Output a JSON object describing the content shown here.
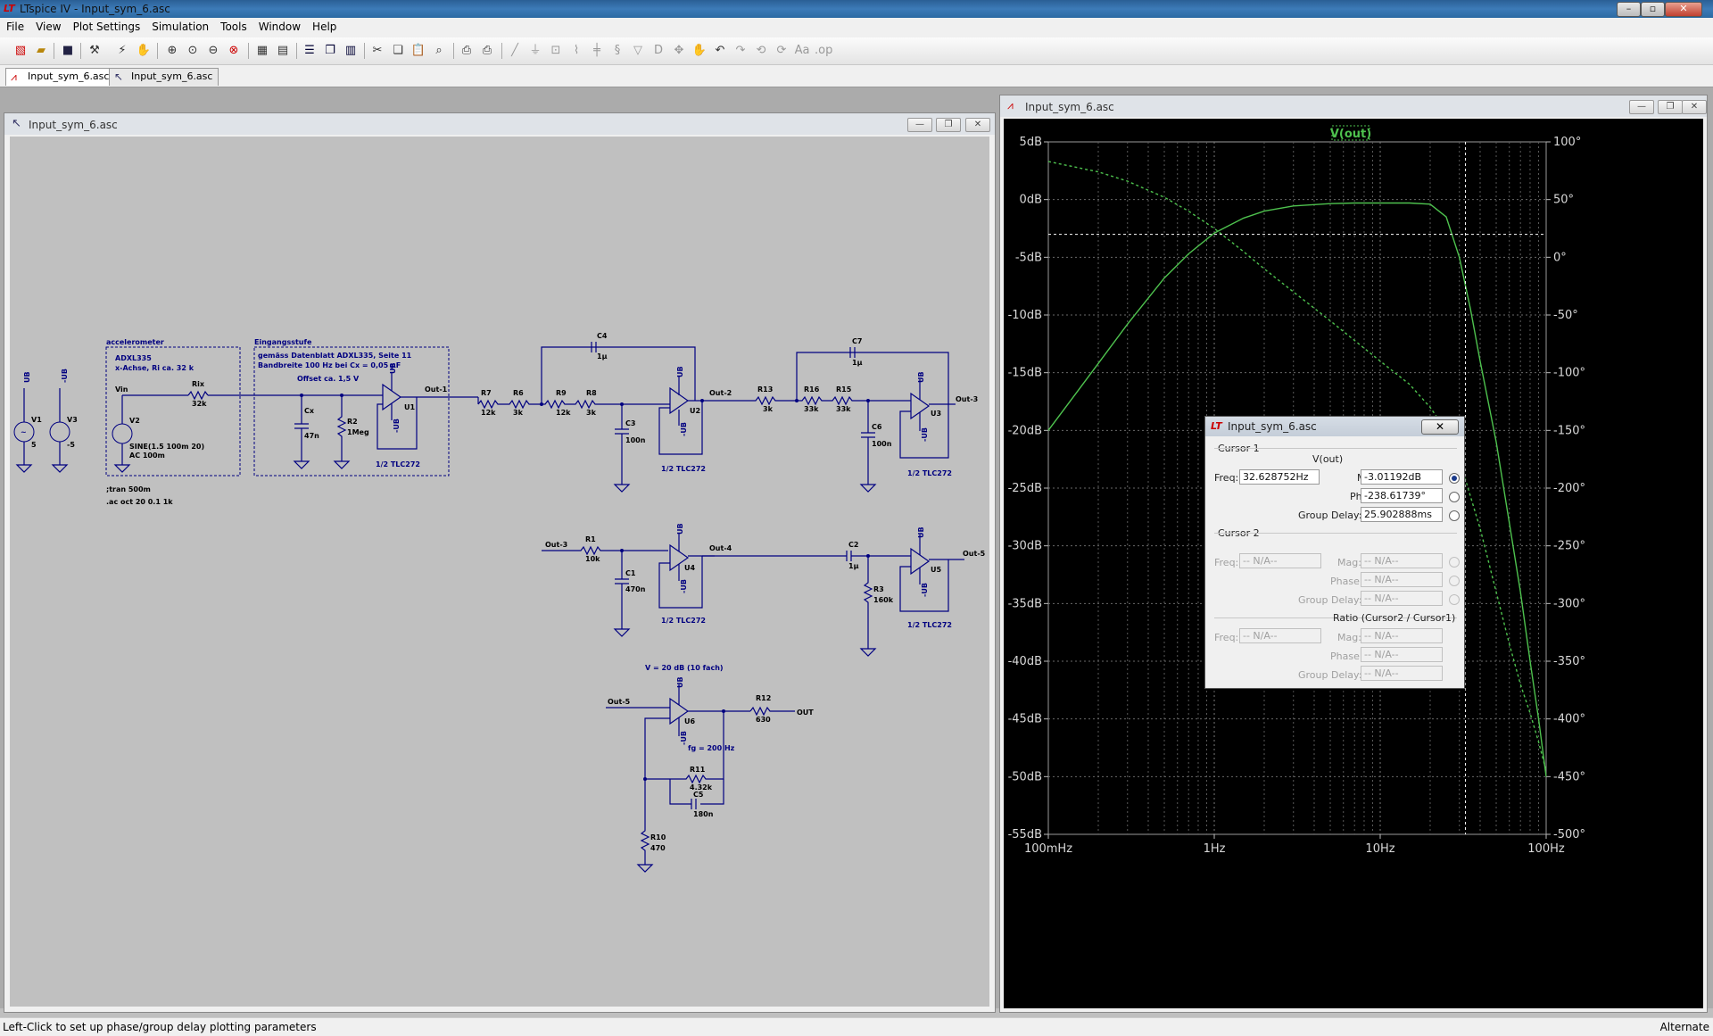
{
  "app": {
    "title": "LTspice IV - Input_sym_6.asc"
  },
  "menu": [
    "File",
    "View",
    "Plot Settings",
    "Simulation",
    "Tools",
    "Window",
    "Help"
  ],
  "tabs": [
    {
      "label": "Input_sym_6.asc",
      "active": true
    },
    {
      "label": "Input_sym_6.asc",
      "active": false
    }
  ],
  "schematic": {
    "title": "Input_sym_6.asc",
    "texts": {
      "accel": "accelerometer",
      "adxl": "ADXL335",
      "xachse": "x-Achse, Ri ca. 32 k",
      "vin": "Vin",
      "rix": "Rix",
      "rix_v": "32k",
      "eingang": "Eingangsstufe",
      "gemass": "gemäss Datenblatt ADXL335, Seite 11",
      "bandbreite": "Bandbreite 100 Hz bei Cx = 0,05 µF",
      "offset": "Offset ca. 1,5 V",
      "sine": "SINE(1.5 100m 20)",
      "ac": "AC 100m",
      "tran": ";tran 500m",
      "acoct": ".ac oct 20 0.1 1k",
      "v1": "V1",
      "v1v": "5",
      "v3": "V3",
      "v3v": "-5",
      "v2": "V2",
      "cx": "Cx",
      "cxv": "47n",
      "r2": "R2",
      "r2v": "1Meg",
      "u1": "U1",
      "tlc": "1/2 TLC272",
      "out1": "Out-1",
      "r7": "R7",
      "r7v": "12k",
      "r6": "R6",
      "r6v": "3k",
      "r9": "R9",
      "r9v": "12k",
      "r8": "R8",
      "r8v": "3k",
      "c4": "C4",
      "c4v": "1µ",
      "c3": "C3",
      "c3v": "100n",
      "u2": "U2",
      "out2": "Out-2",
      "r13": "R13",
      "r13v": "3k",
      "r16": "R16",
      "r16v": "33k",
      "r15": "R15",
      "r15v": "33k",
      "c7": "C7",
      "c7v": "1µ",
      "c6": "C6",
      "c6v": "100n",
      "u3": "U3",
      "out3": "Out-3",
      "out3b": "Out-3",
      "r1": "R1",
      "r1v": "10k",
      "c1": "C1",
      "c1v": "470n",
      "u4": "U4",
      "out4": "Out-4",
      "c2": "C2",
      "c2v": "1µ",
      "r3": "R3",
      "r3v": "160k",
      "u5": "U5",
      "out5": "Out-5",
      "gain": "V = 20 dB (10 fach)",
      "out5b": "Out-5",
      "u6": "U6",
      "r12": "R12",
      "r12v": "630",
      "out": "OUT",
      "fg": "fg = 200 Hz",
      "r11": "R11",
      "r11v": "4.32k",
      "c5": "C5",
      "c5v": "180n",
      "r10": "R10",
      "r10v": "470",
      "ub": "UB",
      "mub": "-UB"
    }
  },
  "plot": {
    "title": "Input_sym_6.asc",
    "trace_label": "V(out)"
  },
  "chart_data": {
    "type": "line",
    "title": "V(out)",
    "xscale": "log",
    "xlim": [
      0.1,
      100
    ],
    "x_tick_labels": [
      "100mHz",
      "1Hz",
      "10Hz",
      "100Hz"
    ],
    "ylim_left": [
      -55,
      5
    ],
    "y_left_tick_labels": [
      "5dB",
      "0dB",
      "-5dB",
      "-10dB",
      "-15dB",
      "-20dB",
      "-25dB",
      "-30dB",
      "-35dB",
      "-40dB",
      "-45dB",
      "-50dB",
      "-55dB"
    ],
    "ylim_right": [
      -500,
      100
    ],
    "y_right_tick_labels": [
      "100°",
      "50°",
      "0°",
      "-50°",
      "-100°",
      "-150°",
      "-200°",
      "-250°",
      "-300°",
      "-350°",
      "-400°",
      "-450°",
      "-500°"
    ],
    "grid": true,
    "series": [
      {
        "name": "V(out)",
        "axis": "left",
        "style": "solid",
        "color": "#4ec24e",
        "x": [
          0.1,
          0.15,
          0.2,
          0.3,
          0.5,
          0.7,
          1,
          1.5,
          2,
          3,
          5,
          7,
          10,
          15,
          20,
          25,
          30,
          35,
          40,
          50,
          60,
          70,
          80,
          90,
          100
        ],
        "y": [
          -20,
          -16.6,
          -14.2,
          -10.8,
          -6.8,
          -4.7,
          -2.9,
          -1.6,
          -1.0,
          -0.55,
          -0.35,
          -0.3,
          -0.3,
          -0.3,
          -0.4,
          -1.5,
          -5,
          -9.5,
          -14,
          -21,
          -28,
          -34,
          -40,
          -45,
          -50
        ]
      },
      {
        "name": "phase",
        "axis": "right",
        "style": "dashed",
        "color": "#4ec24e",
        "x": [
          0.1,
          0.2,
          0.3,
          0.5,
          0.7,
          1,
          1.5,
          2,
          3,
          5,
          7,
          10,
          15,
          20,
          25,
          30,
          40,
          50,
          60,
          70,
          80,
          90,
          100
        ],
        "y": [
          83,
          74,
          66,
          52,
          40,
          25,
          5,
          -10,
          -30,
          -55,
          -72,
          -90,
          -110,
          -130,
          -150,
          -175,
          -235,
          -290,
          -335,
          -370,
          -395,
          -420,
          -445
        ]
      }
    ],
    "cursor": {
      "freq_hz": 32.628752,
      "mag_db": -3.01192
    }
  },
  "cursor_dialog": {
    "title": "Input_sym_6.asc",
    "cursor1": "Cursor 1",
    "trace": "V(out)",
    "freq_label": "Freq:",
    "freq": "32.628752Hz",
    "mag_label": "Mag:",
    "mag": "-3.01192dB",
    "phase_label": "Phase:",
    "phase": "-238.61739°",
    "gd_label": "Group Delay:",
    "gd": "25.902888ms",
    "cursor2": "Cursor 2",
    "na": "-- N/A--",
    "ratio": "Ratio (Cursor2 / Cursor1)"
  },
  "status": {
    "left": "Left-Click to set up phase/group delay plotting parameters",
    "right": "Alternate"
  }
}
